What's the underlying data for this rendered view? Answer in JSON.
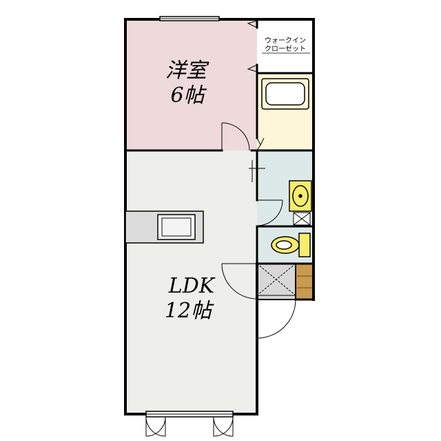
{
  "rooms": {
    "bedroom": {
      "name": "洋室",
      "size": "6帖"
    },
    "ldk": {
      "name": "LDK",
      "size": "12帖"
    },
    "closet": {
      "line1": "ウォークイン",
      "line2": "クローゼット"
    }
  },
  "colors": {
    "bedroom": "#eedada",
    "ldk": "#eeeeea",
    "bath": "#fef6d8",
    "washroom": "#dde9e9",
    "toilet": "#dde9e9",
    "entrance": "#d8d8d8",
    "shoe_cabinet": "#c89a52",
    "fixture": "#f8ec6e",
    "wall": "#000000"
  }
}
